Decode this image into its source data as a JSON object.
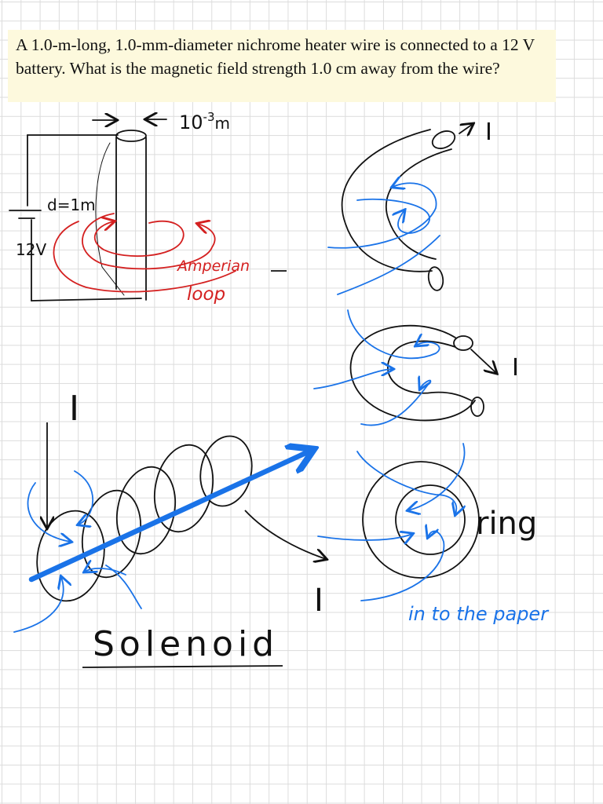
{
  "problem": {
    "text": "A 1.0-m-long, 1.0-mm-diameter nichrome heater wire is connected to a 12 V battery. What is the magnetic field strength 1.0 cm away from the wire?"
  },
  "annotations": {
    "diameter": "10",
    "diameter_exp": "-3",
    "diameter_unit": "m",
    "length": "d=1m",
    "voltage": "12V",
    "amperian_1": "Amperian",
    "amperian_2": "loop",
    "current_1": "I",
    "current_2": "I",
    "current_3": "I",
    "current_4": "I",
    "solenoid": "Solenoid",
    "ring": "ring",
    "into_paper": "in to the paper"
  },
  "colors": {
    "ink": "#111111",
    "red_ink": "#d42020",
    "blue_ink": "#1a73e8",
    "highlight": "#fdf9dd"
  }
}
